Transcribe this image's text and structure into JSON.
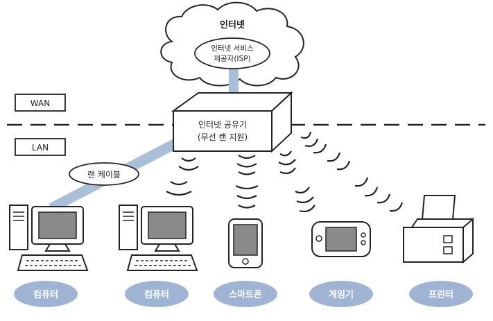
{
  "internet": {
    "label": "인터넷",
    "isp_line1": "인터넷 서비스",
    "isp_line2": "제공자(ISP)"
  },
  "router": {
    "line1": "인터넷 공유기",
    "line2": "(무선 랜 지원)"
  },
  "zones": {
    "wan": "WAN",
    "lan": "LAN"
  },
  "cable": {
    "label": "랜 케이블"
  },
  "devices": [
    {
      "label": "컴퓨터",
      "icon": "desktop-computer-icon"
    },
    {
      "label": "컴퓨터",
      "icon": "desktop-computer-icon"
    },
    {
      "label": "스마트폰",
      "icon": "smartphone-icon"
    },
    {
      "label": "게임기",
      "icon": "game-console-icon"
    },
    {
      "label": "프린터",
      "icon": "printer-icon"
    }
  ],
  "colors": {
    "cable": "#a9bfd8",
    "device_pill": "#9fb4d3",
    "screen": "#8a8a8a",
    "outline": "#222222"
  }
}
